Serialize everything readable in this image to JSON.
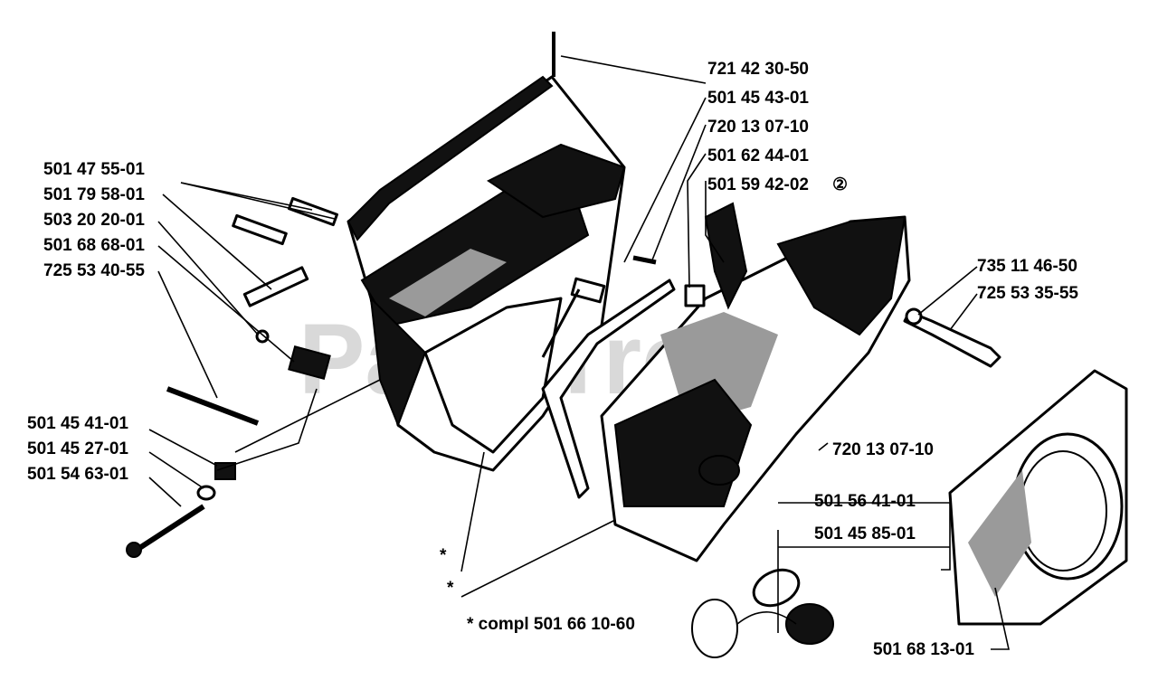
{
  "watermark": "PartsTree",
  "watermark_tm": "TM",
  "labels": {
    "p1": "721 42 30-50",
    "p2": "501 45 43-01",
    "p3": "720 13 07-10",
    "p4": "501 62 44-01",
    "p5": "501 59 42-02",
    "p5_note": "②",
    "l1": "501 47 55-01",
    "l2": "501 79 58-01",
    "l3": "503 20 20-01",
    "l4": "501 68 68-01",
    "l5": "725 53 40-55",
    "r1": "735 11 46-50",
    "r2": "725 53 35-55",
    "m1": "720 13 07-10",
    "b1": "501 45 41-01",
    "b2": "501 45 27-01",
    "b3": "501 54 63-01",
    "c1": "501 56 41-01",
    "c2": "501 45 85-01",
    "c3": "501 68 13-01",
    "star1": "*",
    "star2": "*",
    "compl": "*  compl 501 66 10-60"
  }
}
